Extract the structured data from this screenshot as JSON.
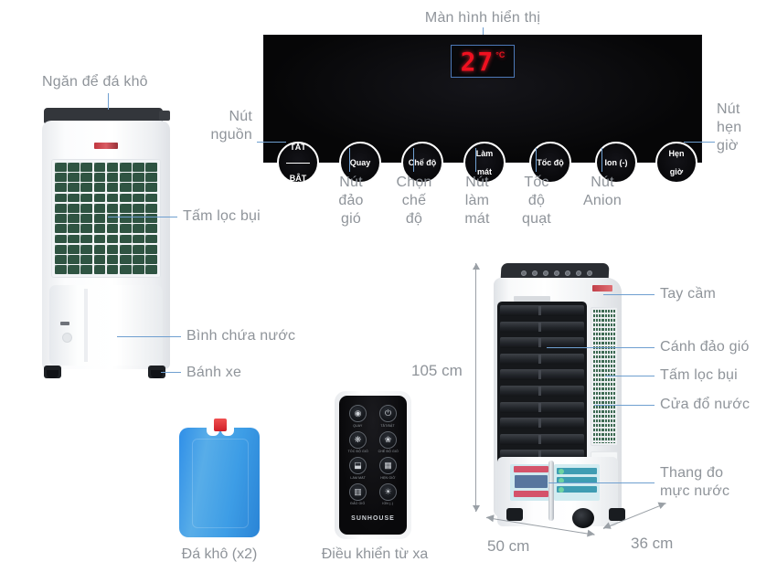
{
  "product": {
    "brand": "SUNHOUSE",
    "display_value": "27",
    "display_unit": "°C"
  },
  "control_panel": {
    "title": "Màn hình hiển thị",
    "buttons": [
      {
        "id": "power",
        "line1": "TẮT",
        "line2": "BẬT",
        "split": true
      },
      {
        "id": "swing",
        "line1": "Quay",
        "split": false
      },
      {
        "id": "mode",
        "line1": "Chế độ",
        "split": false
      },
      {
        "id": "cool",
        "line1": "Làm",
        "line2": "mát",
        "split": false
      },
      {
        "id": "speed",
        "line1": "Tốc độ",
        "split": false
      },
      {
        "id": "ion",
        "line1": "Ion (-)",
        "split": false
      },
      {
        "id": "timer",
        "line1": "Hẹn",
        "line2": "giờ",
        "split": false
      }
    ],
    "callout_left": "Nút\nnguồn",
    "callout_right": "Nút\nhẹn\ngiờ",
    "callouts_bottom": [
      "Nút\nđảo\ngió",
      "Chọn\nchế\nđộ",
      "Nút\nlàm\nmát",
      "Tốc\nđộ\nquạt",
      "Nút\nAnion"
    ]
  },
  "front_unit": {
    "labels": {
      "ice_compartment": "Ngăn để đá khô",
      "dust_filter": "Tấm lọc bụi",
      "water_tank": "Bình chứa nước",
      "wheels": "Bánh xe"
    }
  },
  "side_unit": {
    "labels": {
      "handle": "Tay cầm",
      "swing_blade": "Cánh đảo gió",
      "dust_filter": "Tấm lọc bụi",
      "water_inlet": "Cửa đổ nước",
      "water_gauge": "Thang đo\nmực nước"
    },
    "dimensions": {
      "height": "105 cm",
      "width": "50 cm",
      "depth": "36 cm"
    }
  },
  "accessories": {
    "ice_pack_caption": "Đá khô (x2)",
    "remote_caption": "Điều khiển từ xa",
    "remote_buttons": [
      {
        "icon": "◉",
        "sublabel": "QUAY"
      },
      {
        "icon": "⏻",
        "sublabel": "TẮT/BẬT"
      },
      {
        "icon": "❋",
        "sublabel": "TỐC ĐỘ GIÓ"
      },
      {
        "icon": "❀",
        "sublabel": "CHẾ ĐỘ GIÓ"
      },
      {
        "icon": "⬓",
        "sublabel": "LÀM MÁT"
      },
      {
        "icon": "▦",
        "sublabel": "HẸN GIỜ"
      },
      {
        "icon": "▥",
        "sublabel": "ĐẢO GIÓ"
      },
      {
        "icon": "☀",
        "sublabel": "ION (-)"
      }
    ]
  },
  "colors": {
    "label_text": "#8f949a",
    "leader_line": "#6f9fd0",
    "panel_bg": "#070708",
    "display_red": "#f01020",
    "display_border": "#4d79b8",
    "filter_green": "#2f5442",
    "ice_blue": "#3d9de6",
    "dimension_line": "#9aa0a6"
  }
}
